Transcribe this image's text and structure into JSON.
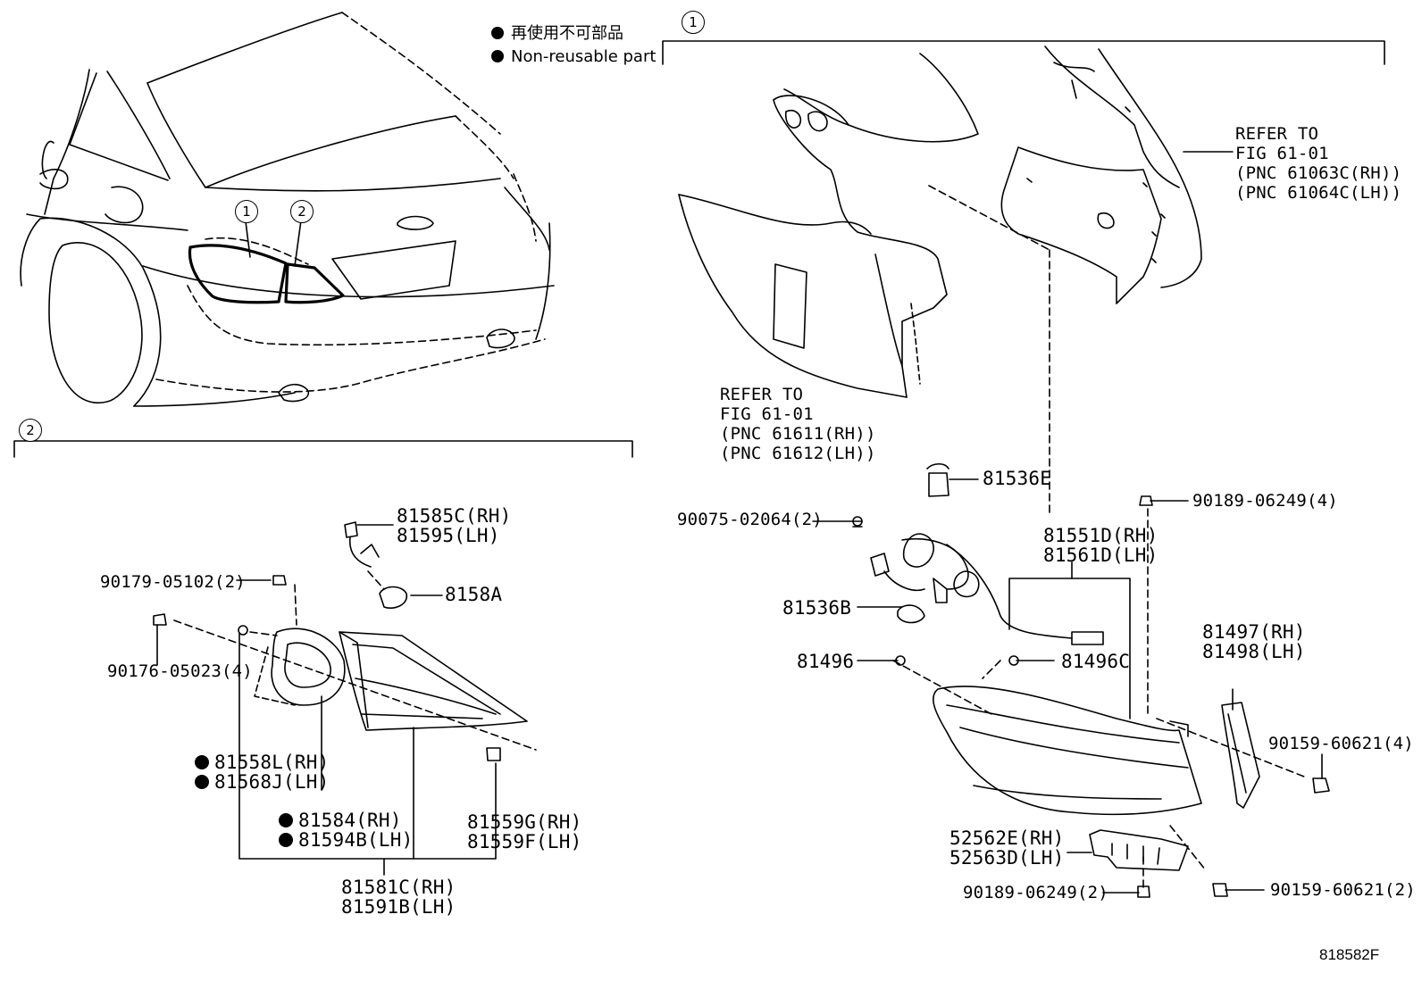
{
  "legend": {
    "jp": "再使用不可部品",
    "en": "Non-reusable part"
  },
  "callouts": {
    "one": "1",
    "two": "2"
  },
  "refer_upper": {
    "l1": "REFER TO",
    "l2": "FIG 61-01",
    "l3": "(PNC 61063C(RH))",
    "l4": "(PNC 61064C(LH))"
  },
  "refer_lower": {
    "l1": "REFER TO",
    "l2": "FIG 61-01",
    "l3": "(PNC 61611(RH))",
    "l4": "(PNC 61612(LH))"
  },
  "parts": {
    "p81536E": "81536E",
    "p90075": "90075-02064(2)",
    "p90189_4": "90189-06249(4)",
    "p81551D": "81551D(RH)",
    "p81561D": "81561D(LH)",
    "p81536B": "81536B",
    "p81496": "81496",
    "p81496C": "81496C",
    "p81497": "81497(RH)",
    "p81498": "81498(LH)",
    "p90159_4": "90159-60621(4)",
    "p52562E": "52562E(RH)",
    "p52563D": "52563D(LH)",
    "p90189_2": "90189-06249(2)",
    "p90159_2": "90159-60621(2)",
    "p81585C": "81585C(RH)",
    "p81595": "81595(LH)",
    "p90179": "90179-05102(2)",
    "p8158A": "8158A",
    "p90176": "90176-05023(4)",
    "p81558L": "81558L(RH)",
    "p81568J": "81568J(LH)",
    "p81584": "81584(RH)",
    "p81594B": "81594B(LH)",
    "p81559G": "81559G(RH)",
    "p81559F": "81559F(LH)",
    "p81581C": "81581C(RH)",
    "p81591B": "81591B(LH)"
  },
  "figure_code": "818582F"
}
